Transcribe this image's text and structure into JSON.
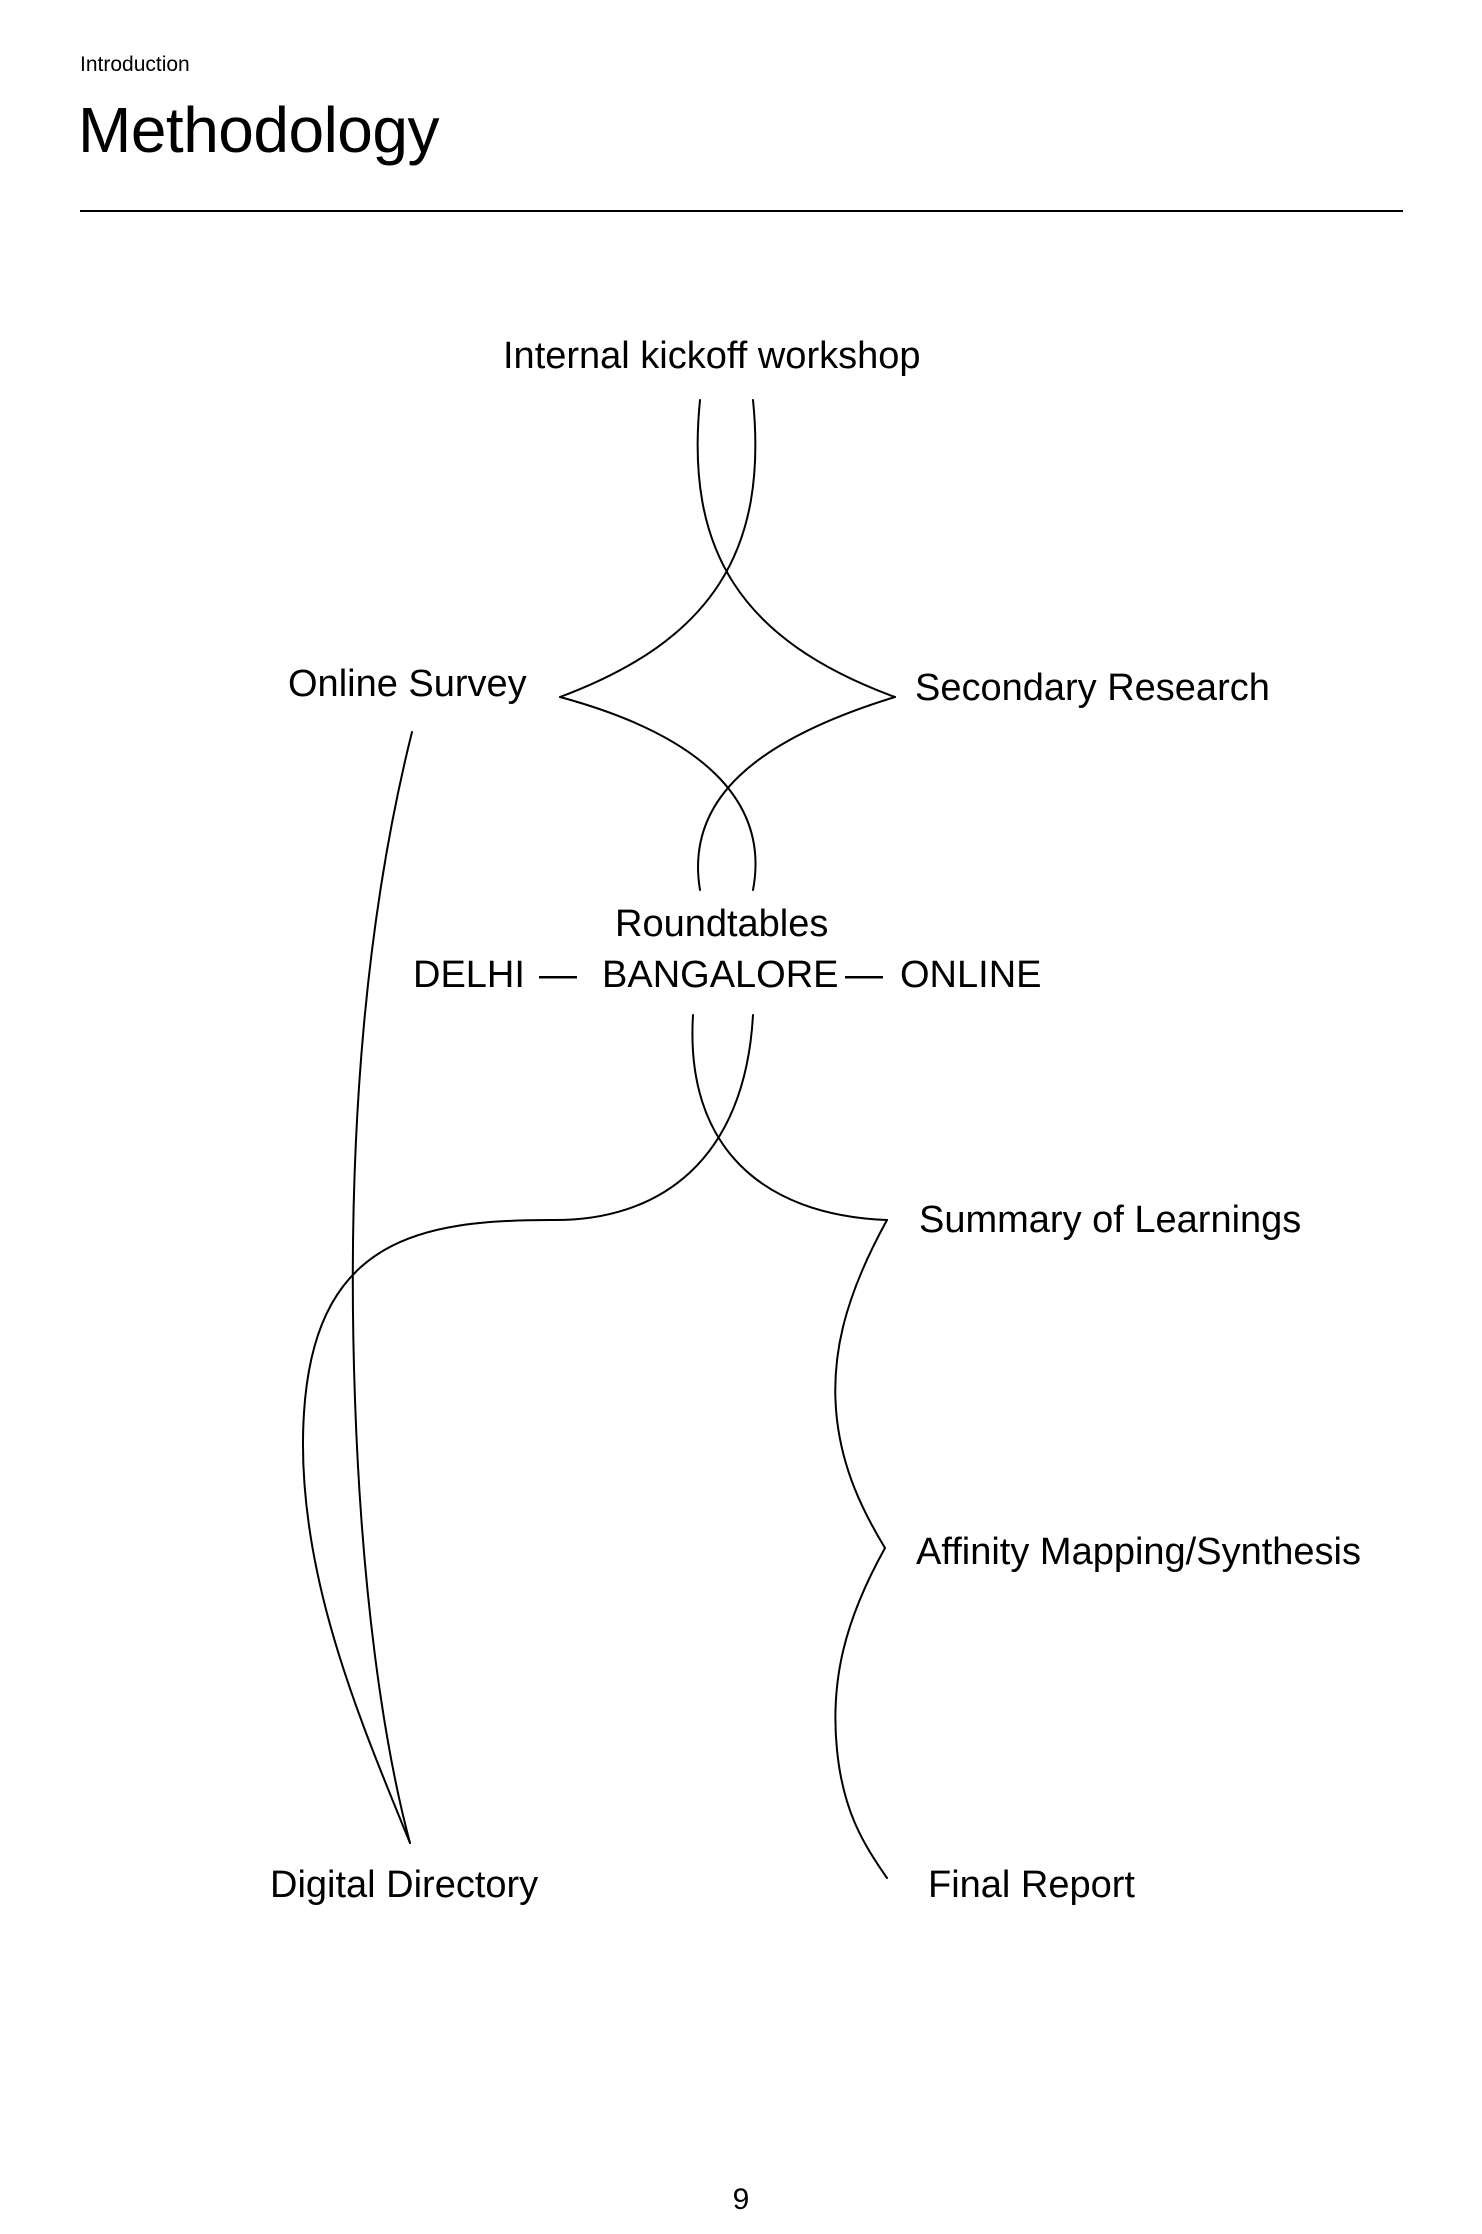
{
  "header": {
    "section": "Introduction",
    "title": "Methodology"
  },
  "diagram": {
    "nodes": {
      "kickoff": "Internal kickoff workshop",
      "survey": "Online Survey",
      "secondary": "Secondary Research",
      "roundtables": "Roundtables",
      "locations": [
        "DELHI",
        "—",
        "BANGALORE",
        "—",
        "ONLINE"
      ],
      "summary": "Summary of Learnings",
      "affinity": "Affinity Mapping/Synthesis",
      "directory": "Digital Directory",
      "report": "Final Report"
    }
  },
  "footer": {
    "page_number": "9"
  }
}
